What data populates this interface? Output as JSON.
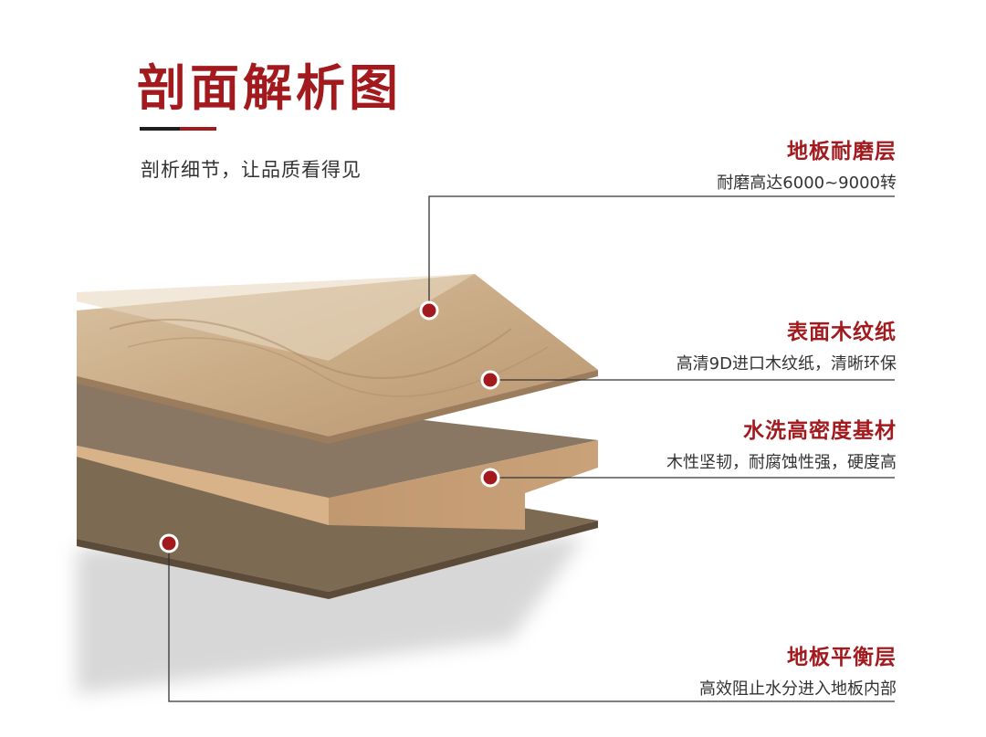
{
  "header": {
    "title": "剖面解析图",
    "subtitle": "剖析细节，让品质看得见"
  },
  "layers": [
    {
      "title": "地板耐磨层",
      "desc": "耐磨高达6000~9000转"
    },
    {
      "title": "表面木纹纸",
      "desc": "高清9D进口木纹纸，清晰环保"
    },
    {
      "title": "水洗高密度基材",
      "desc": "木性坚韧，耐腐蚀性强，硬度高"
    },
    {
      "title": "地板平衡层",
      "desc": "高效阻止水分进入地板内部"
    }
  ],
  "colors": {
    "accent": "#a31a1e",
    "text": "#333333",
    "wood_top": "#c9a983",
    "core": "#c8a078",
    "balance": "#7b6650"
  }
}
